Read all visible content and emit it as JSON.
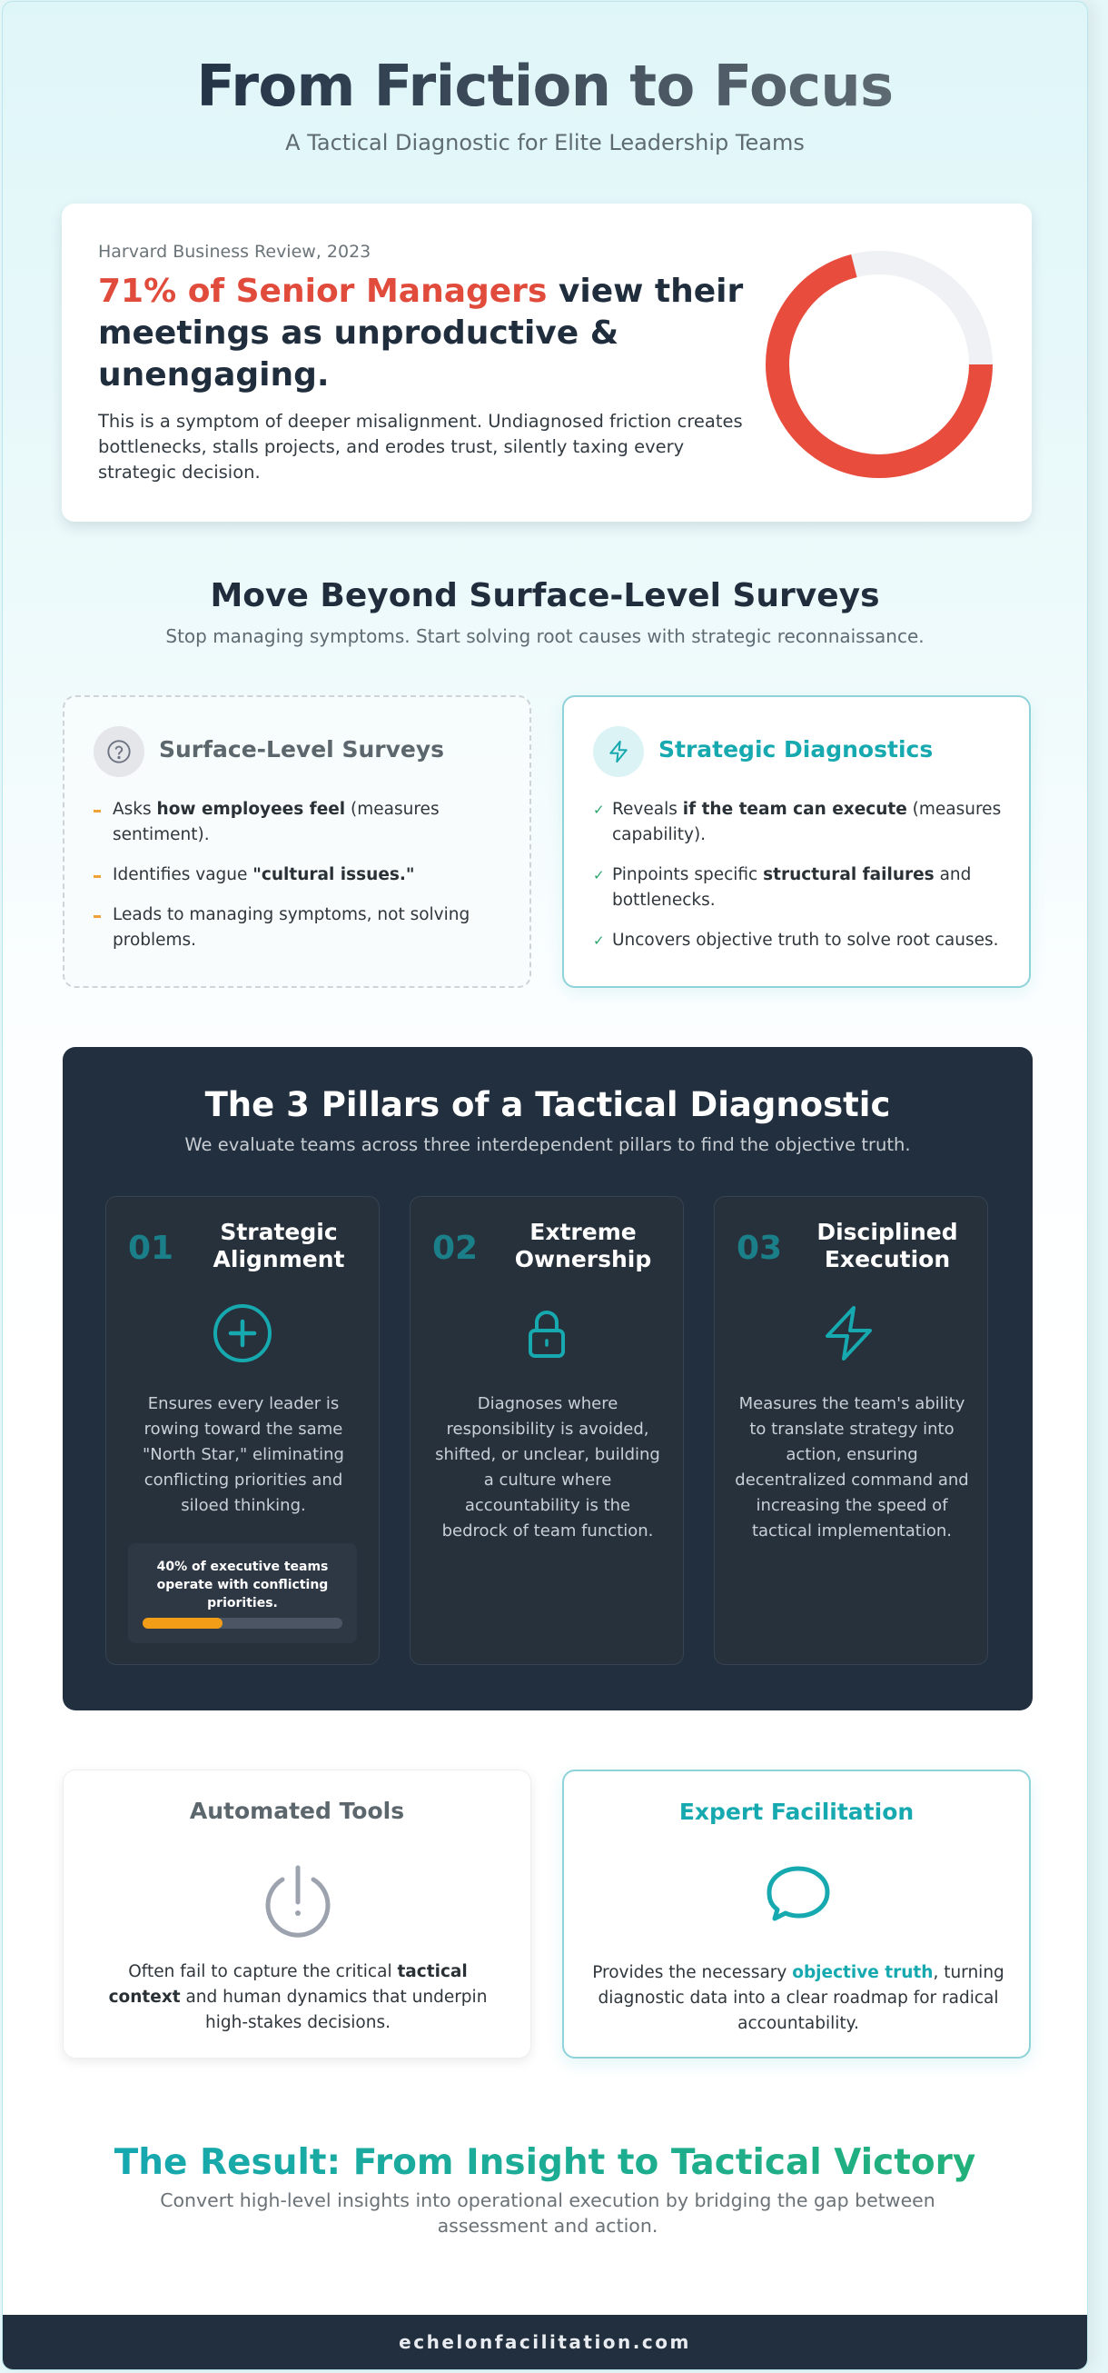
{
  "header": {
    "title": "From Friction to Focus",
    "subtitle": "A Tactical Diagnostic for Elite Leadership Teams"
  },
  "stat_card": {
    "source": "Harvard Business Review, 2023",
    "headline_accent": "71% of Senior Managers",
    "headline_rest": " view their meetings as unproductive & unengaging.",
    "body": "This is a symptom of deeper misalignment. Undiagnosed friction creates bottlenecks, stalls projects, and erodes trust, silently taxing every strategic decision.",
    "donut": {
      "percent": 71,
      "fill_color": "#e84c3d",
      "track_color": "#f0f1f4"
    }
  },
  "chart_data": {
    "type": "pie",
    "title": "Senior managers who view meetings as unproductive & unengaging",
    "categories": [
      "Unproductive & unengaging",
      "Other"
    ],
    "values": [
      71,
      29
    ],
    "colors": [
      "#e84c3d",
      "#f0f1f4"
    ],
    "style": "donut"
  },
  "surveys_section": {
    "title": "Move Beyond Surface-Level Surveys",
    "subtitle": "Stop managing symptoms. Start solving root causes with strategic reconnaissance.",
    "left": {
      "icon": "question-circle-icon",
      "title": "Surface-Level Surveys",
      "items": [
        {
          "pre": "Asks ",
          "bold": "how employees feel",
          "post": " (measures sentiment)."
        },
        {
          "pre": "Identifies vague ",
          "bold": "\"cultural issues.\"",
          "post": ""
        },
        {
          "pre": "Leads to managing symptoms, not solving problems.",
          "bold": "",
          "post": ""
        }
      ]
    },
    "right": {
      "icon": "lightning-icon",
      "title": "Strategic Diagnostics",
      "items": [
        {
          "pre": "Reveals ",
          "bold": "if the team can execute",
          "post": " (measures capability)."
        },
        {
          "pre": "Pinpoints specific ",
          "bold": "structural failures",
          "post": " and bottlenecks."
        },
        {
          "pre": "Uncovers objective truth to solve root causes.",
          "bold": "",
          "post": ""
        }
      ]
    }
  },
  "pillars": {
    "title": "The 3 Pillars of a Tactical Diagnostic",
    "subtitle": "We evaluate teams across three interdependent pillars to find the objective truth.",
    "items": [
      {
        "number": "01",
        "title": "Strategic Alignment",
        "icon": "plus-circle-icon",
        "description": "Ensures every leader is rowing toward the same \"North Star,\" eliminating conflicting priorities and siloed thinking.",
        "stat": {
          "text": "40% of executive teams operate with conflicting priorities.",
          "percent": 40
        }
      },
      {
        "number": "02",
        "title": "Extreme Ownership",
        "icon": "lock-icon",
        "description": "Diagnoses where responsibility is avoided, shifted, or unclear, building a culture where accountability is the bedrock of team function."
      },
      {
        "number": "03",
        "title": "Disciplined Execution",
        "icon": "lightning-icon",
        "description": "Measures the team's ability to translate strategy into action, ensuring decentralized command and increasing the speed of tactical implementation."
      }
    ]
  },
  "tools": {
    "left": {
      "title": "Automated Tools",
      "icon": "power-alert-icon",
      "pre": "Often fail to capture the critical ",
      "bold": "tactical context",
      "post": " and human dynamics that underpin high-stakes decisions."
    },
    "right": {
      "title": "Expert Facilitation",
      "icon": "chat-bubble-icon",
      "pre": "Provides the necessary ",
      "bold": "objective truth",
      "post": ", turning diagnostic data into a clear roadmap for radical accountability."
    }
  },
  "result": {
    "title": "The Result: From Insight to Tactical Victory",
    "subtitle": "Convert high-level insights into operational execution by bridging the gap between assessment and action."
  },
  "footer": {
    "domain": "echelonfacilitation.com"
  },
  "colors": {
    "accent_teal": "#17a9b0",
    "accent_red": "#e84c3d",
    "accent_orange": "#f29d17",
    "dark_navy": "#222f3e"
  }
}
